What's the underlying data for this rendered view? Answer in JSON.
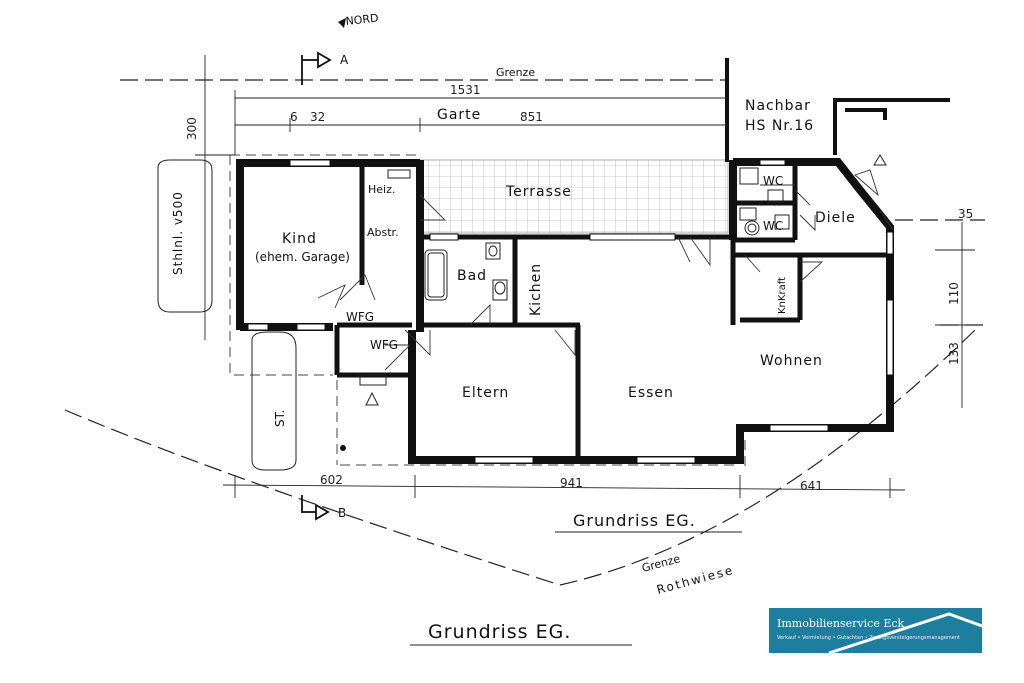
{
  "north": "NORD",
  "section_a": "A",
  "section_b": "B",
  "boundary_top": "Grenze",
  "boundary_bottom": "Grenze",
  "road": "Rothwiese",
  "dims": {
    "d1531": "1531",
    "d6": "6",
    "d32": "32",
    "d851": "851",
    "d300": "300",
    "d35": "35",
    "d110": "110",
    "d133": "133",
    "d602": "602",
    "d941": "941",
    "d641": "641"
  },
  "labels": {
    "garten": "Garte",
    "nachbar1": "Nachbar",
    "nachbar2": "HS Nr.16",
    "terrasse": "Terrasse",
    "kind": "Kind",
    "kind_sub": "(ehem. Garage)",
    "heiz": "Heiz.",
    "abstr": "Abstr.",
    "bad": "Bad",
    "kitchen": "Kichen",
    "wfg1": "WFG",
    "wfg2": "WFG",
    "wc1": "WC",
    "wc2": "WC",
    "diele": "Diele",
    "knkraft": "KnKraft",
    "wohnen": "Wohnen",
    "eltern": "Eltern",
    "essen": "Essen",
    "stellplatz": "Sthlnl. v500",
    "st": "ST."
  },
  "titles": {
    "inner": "Grundriss EG.",
    "outer": "Grundriss EG."
  },
  "logo": {
    "name": "Immobilienservice Eck",
    "tagline": "Verkauf • Vermietung • Gutachten • Zwangsversteigerungsmanagement",
    "color": "#1d7f9d"
  }
}
